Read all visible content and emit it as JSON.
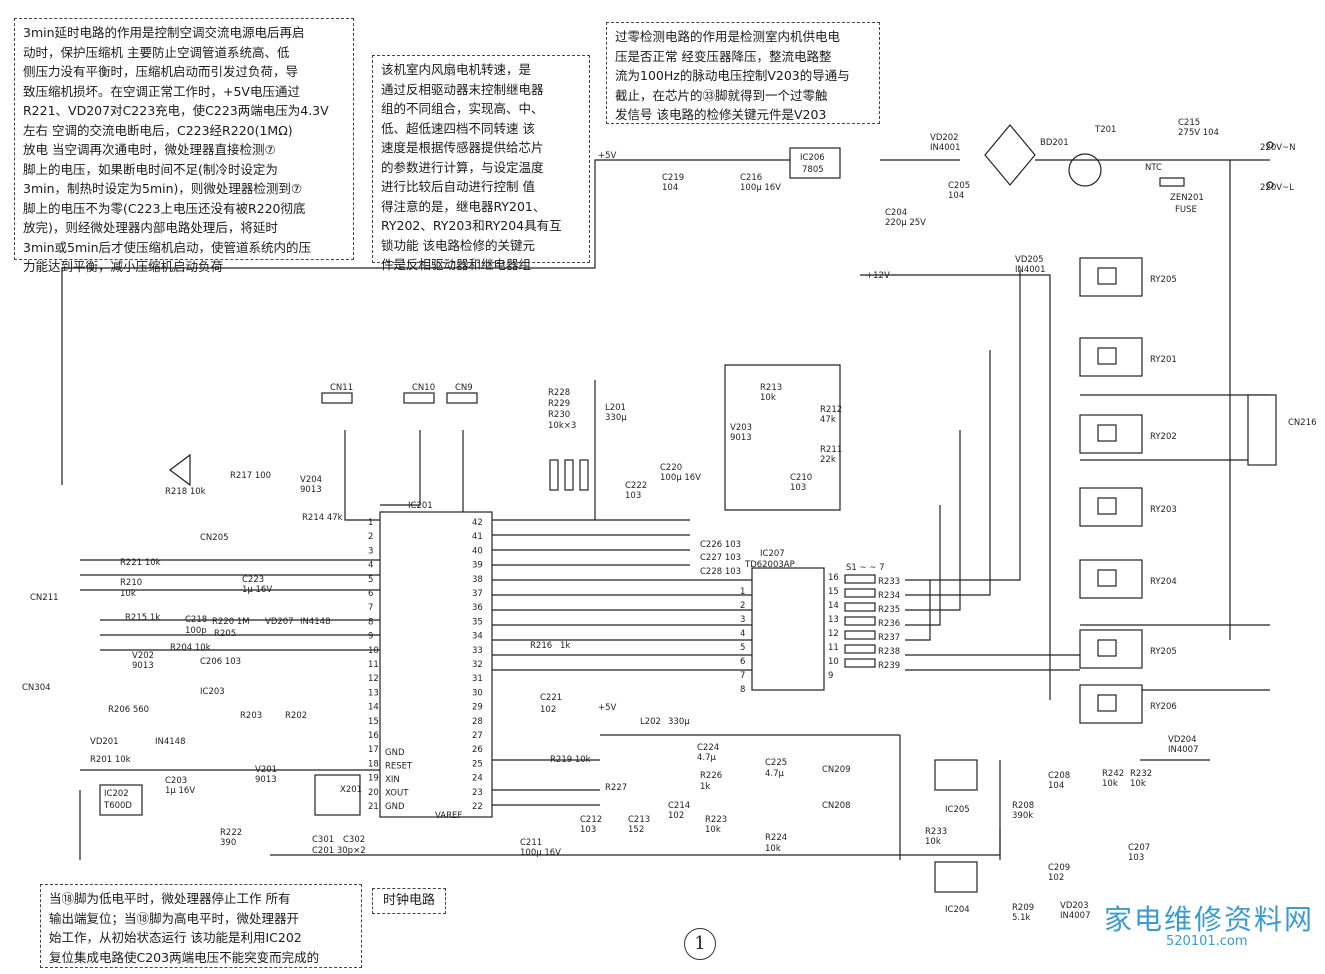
{
  "notes": {
    "delay_circuit": "3min延时电路的作用是控制空调交流电源电后再启\n动时，保护压缩机  主要防止空调管道系统高、低\n侧压力没有平衡时，压缩机启动而引发过负荷，导\n致压缩机损坏。在空调正常工作时，+5V电压通过\nR221、VD207对C223充电，使C223两端电压为4.3V\n左右  空调的交流电断电后，C223经R220(1MΩ)\n放电  当空调再次通电时，微处理器直接检测⑦\n脚上的电压，如果断电时间不足(制冷时设定为\n3min，制热时设定为5min)，则微处理器检测到⑦\n脚上的电压不为零(C223上电压还没有被R220彻底\n放完)，则经微处理器内部电路处理后，将延时\n3min或5min后才使压缩机启动，使管道系统内的压\n力能达到平衡，减小压缩机启动负荷",
    "fan_motor": "该机室内风扇电机转速，是\n通过反相驱动器末控制继电器\n组的不同组合，实现高、中、\n低、超低速四档不同转速  该\n速度是根据传感器提供给芯片\n的参数进行计算，与设定温度\n进行比较后自动进行控制  值\n得注意的是，继电器RY201、\nRY202、RY203和RY204具有互\n锁功能  该电路检修的关键元\n件是反相驱动器和继电器组",
    "zero_cross": "过零检测电路的作用是检测室内机供电电\n压是否正常  经变压器降压，整流电路整\n流为100Hz的脉动电压控制V203的导通与\n截止，在芯片的㉝脚就得到一个过零触\n发信号  该电路的检修关键元件是V203",
    "reset": "当⑱脚为低电平时，微处理器停止工作  所有\n输出端复位；当⑱脚为高电平时，微处理器开\n始工作，从初始状态运行  该功能是利用IC202\n复位集成电路使C203两端电压不能突变而完成的"
  },
  "clock_label": "时钟电路",
  "figure_number": "1",
  "watermark": {
    "logo_text": "家电维修资料网",
    "url": "520101.com",
    "diag_text": "家电维修资料网 520101.com"
  },
  "components": {
    "ic201": "IC201",
    "ic207": "IC207",
    "ic207_part": "TD62003AP",
    "ic206": "IC206",
    "ic206_part": "7805",
    "ic202": "IC202",
    "ic202_part": "T600D",
    "ic203": "IC203",
    "ic204": "IC204",
    "ic205": "IC205",
    "bd201": "BD201",
    "t201": "T201",
    "zen201": "ZEN201",
    "fuse": "FUSE",
    "ntc": "NTC",
    "l201": "L201",
    "l201_val": "330μ",
    "l202": "L202",
    "l202_val": "330μ",
    "v201": "V201",
    "v202": "V202",
    "v203": "V203",
    "v204": "V204",
    "tr_part": "9013",
    "vd201": "VD201",
    "vd202": "VD202",
    "vd203": "VD203",
    "vd204": "VD204",
    "vd205": "VD205",
    "vd207": "VD207",
    "d_1n4001": "IN4001",
    "d_1n4148": "IN4148",
    "d_1n4007": "IN4007"
  },
  "resistors": {
    "r201": "R201  10k",
    "r202": "R202",
    "r203": "R203",
    "r204": "R204  10k",
    "r205": "R205",
    "r206": "R206   560",
    "r208": "R208",
    "r208_val": "390k",
    "r209": "R209",
    "r209_val": "5.1k",
    "r210": "R210",
    "r210_val": "10k",
    "r211": "R211",
    "r211_val": "22k",
    "r212": "R212",
    "r212_val": "47k",
    "r213": "R213",
    "r213_val": "10k",
    "r214": "R214   47k",
    "r215": "R215  1k",
    "r216": "R216",
    "r216_val": "1k",
    "r217": "R217   100",
    "r218": "R218   10k",
    "r219": "R219   10k",
    "r220": "R220  1M",
    "r221": "R221   10k",
    "r222": "R222",
    "r222_val": "390",
    "r223": "R223",
    "r223_val": "10k",
    "r224": "R224",
    "r224_val": "10k",
    "r226": "R226",
    "r226_val": "1k",
    "r227": "R227",
    "r228": "R228",
    "r229": "R229",
    "r230": "R230",
    "r228_val": "10k×3",
    "r232": "R232",
    "r232_val": "10k",
    "r233": "R233",
    "r233_val": "10k",
    "r242": "R242",
    "r242_val": "10k",
    "r_bank": [
      "R233",
      "R234",
      "R235",
      "R236",
      "R237",
      "R238",
      "R239"
    ],
    "r_bank_top": "S1 ~ ~ 7"
  },
  "capacitors": {
    "c201": "C201  30p×2",
    "c203": "C203",
    "c203_val": "1μ  16V",
    "c204": "C204",
    "c204_val": "220μ  25V",
    "c205": "C205",
    "c205_val": "104",
    "c206": "C206  103",
    "c207": "C207",
    "c207_val": "103",
    "c208": "C208",
    "c208_val": "104",
    "c209": "C209",
    "c209_val": "102",
    "c210": "C210",
    "c210_val": "103",
    "c211": "C211",
    "c211_val": "100μ  16V",
    "c212": "C212",
    "c212_val": "103",
    "c213": "C213",
    "c213_val": "152",
    "c214": "C214",
    "c214_val": "102",
    "c215": "C215",
    "c215_val": "275V  104",
    "c216": "C216",
    "c216_val": "100μ  16V",
    "c218": "C218",
    "c218_val": "100p",
    "c219": "C219",
    "c219_val": "104",
    "c220": "C220",
    "c220_val": "100μ  16V",
    "c221": "C221",
    "c221_val": "102",
    "c222": "C222",
    "c222_val": "103",
    "c223": "C223",
    "c223_val": "1μ  16V",
    "c224": "C224",
    "c224_val": "4.7μ",
    "c225": "C225",
    "c225_val": "4.7μ",
    "c226": "C226   103",
    "c227": "C227   103",
    "c228": "C228   103",
    "c301": "C301",
    "c302": "C302",
    "x201": "X201"
  },
  "connectors": {
    "cn9": "CN9",
    "cn10": "CN10",
    "cn11": "CN11",
    "cn205": "CN205",
    "cn208": "CN208",
    "cn209": "CN209",
    "cn211": "CN211",
    "cn216": "CN216",
    "cn304": "CN304",
    "ac_n": "220V~N",
    "ac_l": "220V~L"
  },
  "relays": [
    "RY205",
    "RY201",
    "RY202",
    "RY203",
    "RY204",
    "RY205",
    "RY206"
  ],
  "nets": {
    "p5v": "+5V",
    "p12v": "+12V"
  },
  "ic201_pins_left": [
    "1",
    "2",
    "3",
    "4",
    "5",
    "6",
    "7",
    "8",
    "9",
    "10",
    "11",
    "12",
    "13",
    "14",
    "15",
    "16",
    "17",
    "18",
    "19",
    "20",
    "21"
  ],
  "ic201_pins_right": [
    "42",
    "41",
    "40",
    "39",
    "38",
    "37",
    "36",
    "35",
    "34",
    "33",
    "32",
    "31",
    "30",
    "29",
    "28",
    "27",
    "26",
    "25",
    "24",
    "23",
    "22"
  ],
  "ic201_func": [
    "GND",
    "RESET",
    "XIN",
    "XOUT",
    "GND",
    "VAREF"
  ],
  "ic207_pins_left": [
    "1",
    "2",
    "3",
    "4",
    "5",
    "6",
    "7",
    "8"
  ],
  "ic207_pins_right": [
    "16",
    "15",
    "14",
    "13",
    "12",
    "11",
    "10",
    "9"
  ]
}
